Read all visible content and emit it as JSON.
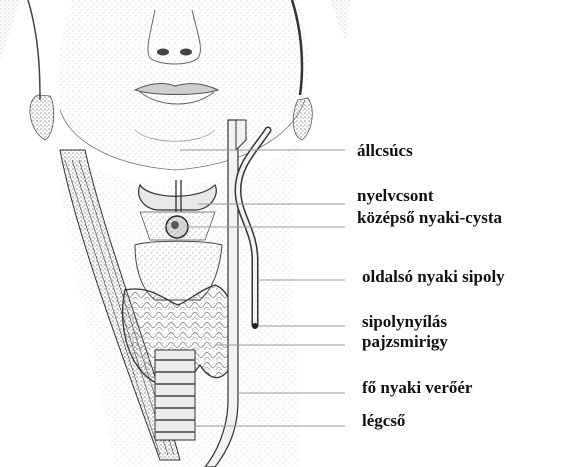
{
  "labels": {
    "chin": "állcsúcs",
    "hyoid": "nyelvcsont",
    "median_cyst": "középső nyaki-cysta",
    "lateral_fistula": "oldalsó nyaki sipoly",
    "fistula_opening": "sipolynyílás",
    "thyroid": "pajzsmirigy",
    "carotid": "fő nyaki verőér",
    "trachea": "légcső"
  },
  "colors": {
    "ink": "#111111",
    "leader": "#9a9a9a",
    "stipple": "#6b6b6b"
  }
}
